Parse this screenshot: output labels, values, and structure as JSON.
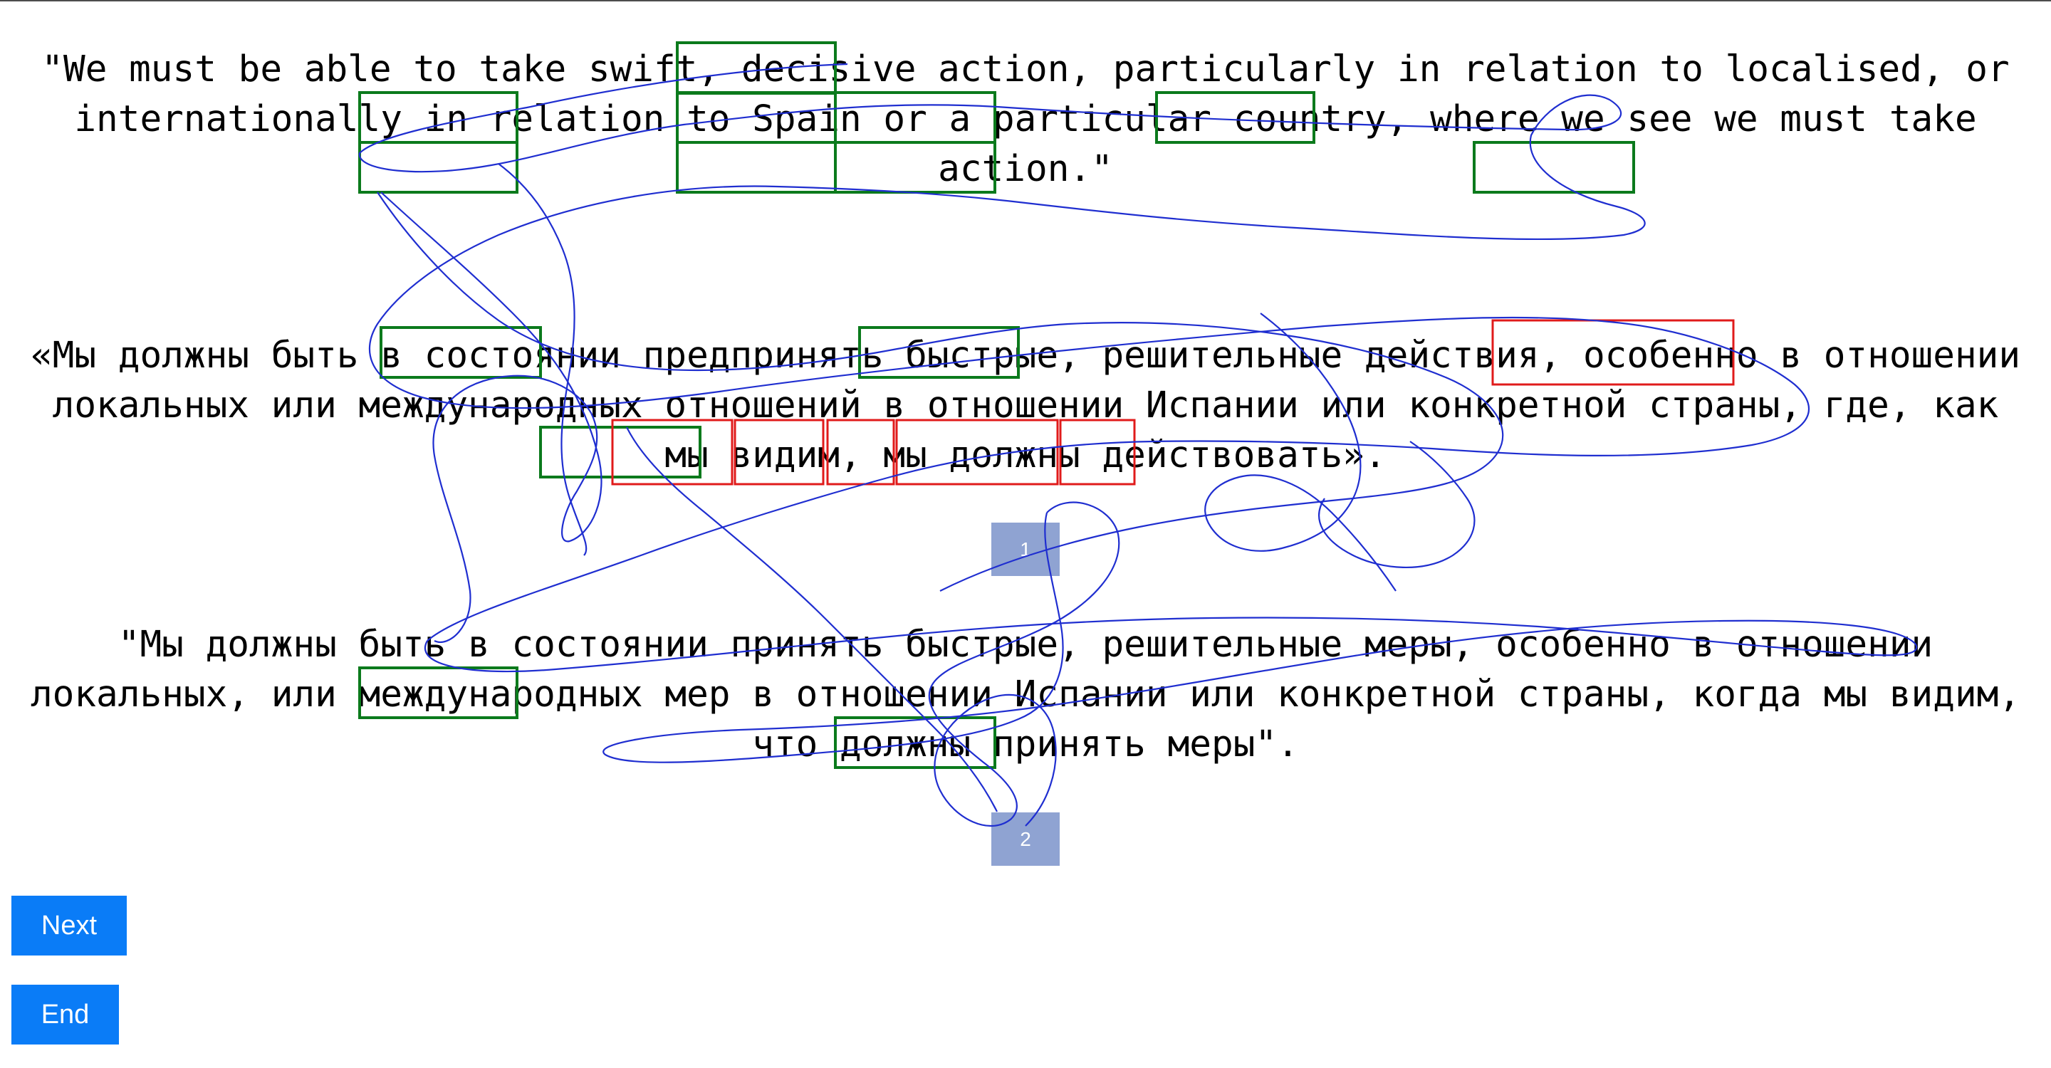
{
  "paragraphs": {
    "source": "\"We must be able to take swift, decisive action, particularly in relation to localised, or internationally in relation to Spain or a particular country, where we see we must take action.\"",
    "translation_1": "«Мы должны быть в состоянии предпринять быстрые, решительные действия, особенно в отношении локальных или международных отношений в отношении Испании или конкретной страны, где, как мы видим, мы должны действовать».",
    "translation_2": "\"Мы должны быть в состоянии принять быстрые, решительные меры, особенно в отношении локальных, или международных мер в отношении Испании или конкретной страны, когда мы видим, что должны принять меры\"."
  },
  "badges": {
    "first": "1",
    "second": "2"
  },
  "buttons": {
    "next": "Next",
    "end": "End"
  },
  "colors": {
    "text": "#000000",
    "aligned_box": "#0b7a1c",
    "error_box": "#e01b1b",
    "gaze_path": "#1f2ed0",
    "badge_bg": "#8fa3d2",
    "button_bg": "#0a7cf7"
  }
}
